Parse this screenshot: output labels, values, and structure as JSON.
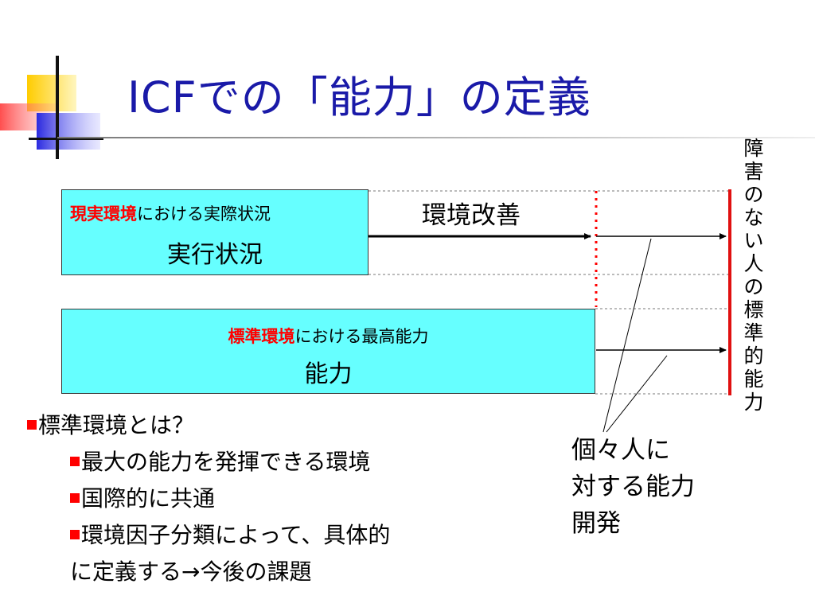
{
  "title": "ICFでの「能力」の定義",
  "box_actual": {
    "sub_red": "現実環境",
    "sub_rest": "における実際状況",
    "main": "実行状況"
  },
  "box_capacity": {
    "sub_red": "標準環境",
    "sub_rest": "における最高能力",
    "main": "能力"
  },
  "env_improvement": "環境改善",
  "standard_label": "障害のない人の標準的能力",
  "bullets": {
    "level1": "標準環境とは？",
    "items": [
      "最大の能力を発揮できる環境",
      "国際的に共通",
      "環境因子分類によって、具体的"
    ],
    "continuation": "に定義する→今後の課題"
  },
  "dev_note": [
    "個々人に",
    "対する能力",
    "開発"
  ],
  "colors": {
    "title": "#1a1aa8",
    "box_fill": "#66ffff",
    "accent_red": "#ff0000"
  }
}
